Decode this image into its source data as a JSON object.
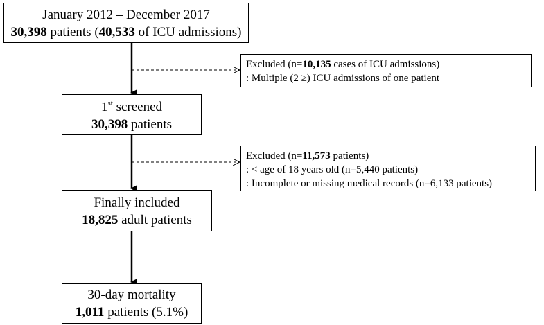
{
  "boxes": {
    "start": {
      "line1": "January 2012 – December 2017",
      "count": "30,398",
      "text_a": " patients (",
      "admissions": "40,533",
      "text_b": " of ICU admissions)"
    },
    "excluded1": {
      "prefix": "Excluded (n=",
      "count": "10,135",
      "suffix": " cases of ICU admissions)",
      "reason": ": Multiple (2 ≥) ICU admissions of one patient"
    },
    "screened": {
      "num": "1",
      "sup": "st",
      "label": " screened",
      "count": "30,398",
      "unit": " patients"
    },
    "excluded2": {
      "prefix": "Excluded (n=",
      "count": "11,573",
      "suffix": " patients)",
      "reason1": ": < age of 18 years old (n=5,440 patients)",
      "reason2": ": Incomplete or missing medical records (n=6,133 patients)"
    },
    "included": {
      "label": "Finally included",
      "count": "18,825",
      "unit": " adult patients"
    },
    "mortality": {
      "label": "30-day mortality",
      "count": "1,011",
      "unit": " patients (5.1%)"
    }
  }
}
